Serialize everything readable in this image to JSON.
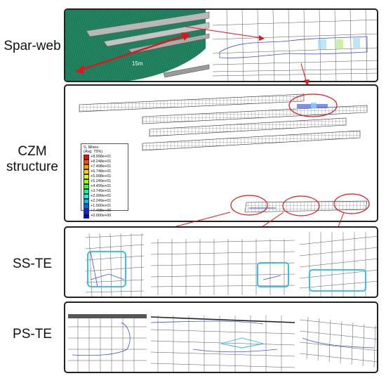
{
  "labels": {
    "spar_web": "Spar-web",
    "czm_structure_line1": "CZM",
    "czm_structure_line2": "structure",
    "ss_te": "SS-TE",
    "ps_te": "PS-TE"
  },
  "annotations": {
    "length": "15m"
  },
  "legend": {
    "title1": "S, Mises",
    "title2": "(Avg: 75%)",
    "entries": [
      {
        "value": "+8.998e+01",
        "color": "#ff0000"
      },
      {
        "value": "+8.248e+01",
        "color": "#ff4d00"
      },
      {
        "value": "+7.498e+01",
        "color": "#ff9900"
      },
      {
        "value": "+6.748e+01",
        "color": "#ffcc00"
      },
      {
        "value": "+5.998e+01",
        "color": "#e6ff00"
      },
      {
        "value": "+5.249e+01",
        "color": "#99ff00"
      },
      {
        "value": "+4.499e+01",
        "color": "#33ff33"
      },
      {
        "value": "+3.749e+01",
        "color": "#00ff99"
      },
      {
        "value": "+2.999e+01",
        "color": "#00ffee"
      },
      {
        "value": "+2.249e+01",
        "color": "#00bbff"
      },
      {
        "value": "+1.500e+01",
        "color": "#0066ff"
      },
      {
        "value": "+7.498e+00",
        "color": "#1a1aff"
      },
      {
        "value": "+0.000e+00",
        "color": "#0000cc"
      }
    ]
  },
  "colors": {
    "highlight_red": "#e0141e",
    "highlight_cyan": "#29b6e8",
    "blade_green": "#1f7a5a",
    "mesh_line": "#444444",
    "damage_blue": "#3a4fd8"
  }
}
